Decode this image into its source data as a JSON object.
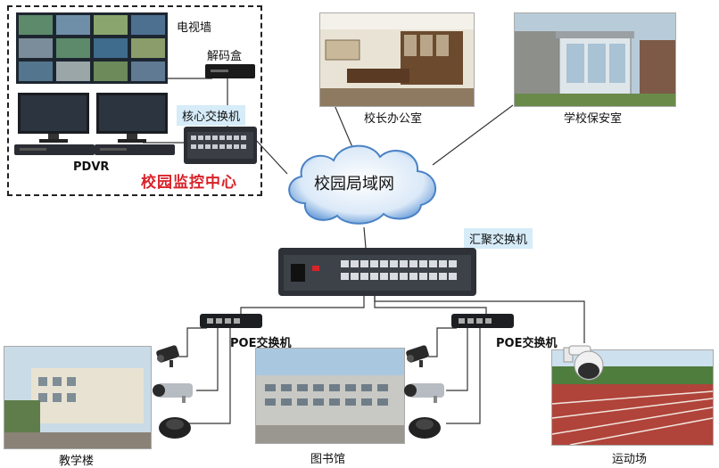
{
  "monitoring_center": {
    "title": "校园监控中心",
    "video_wall_label": "电视墙",
    "decoder_label": "解码盒",
    "core_switch_label": "核心交换机",
    "pdvr_label": "PDVR"
  },
  "network": {
    "cloud_label": "校园局域网",
    "aggregation_switch_label": "汇聚交换机"
  },
  "locations": {
    "principal_office": "校长办公室",
    "security_room": "学校保安室",
    "teaching_building": "教学楼",
    "library": "图书馆",
    "sports_field": "运动场"
  },
  "poe_switches": [
    {
      "label": "POE交换机"
    },
    {
      "label": "POE交换机"
    }
  ],
  "colors": {
    "center_title": "#d8232a",
    "tag_background": "#d6ecf8",
    "cloud": "#5b93d4",
    "line": "#333333"
  }
}
